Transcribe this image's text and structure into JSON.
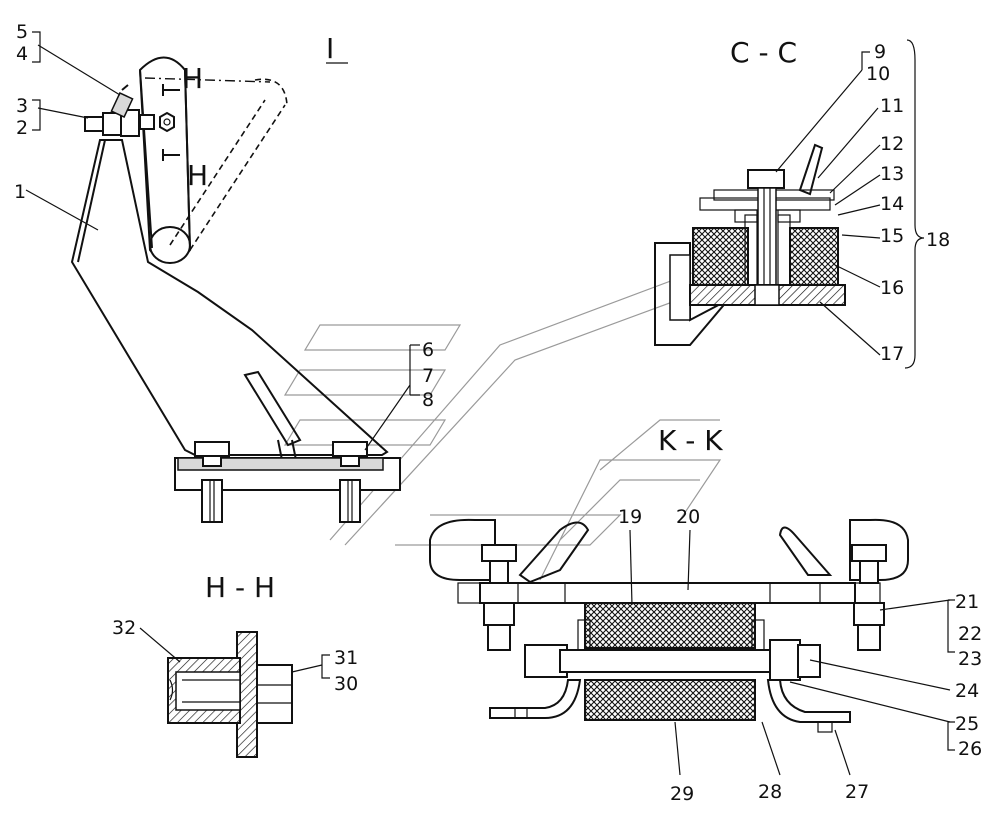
{
  "titles": {
    "view_1": "I",
    "section_cc": "C - C",
    "section_kk": "K - K",
    "section_hh": "H - H",
    "cut_mark_top": "H",
    "cut_mark_bottom": "H"
  },
  "labels": {
    "p1": "1",
    "p2": "2",
    "p3": "3",
    "p4": "4",
    "p5": "5",
    "p6": "6",
    "p7": "7",
    "p8": "8",
    "p9": "9",
    "p10": "10",
    "p11": "11",
    "p12": "12",
    "p13": "13",
    "p14": "14",
    "p15": "15",
    "p16": "16",
    "p17": "17",
    "p18": "18",
    "p19": "19",
    "p20": "20",
    "p21": "21",
    "p22": "22",
    "p23": "23",
    "p24": "24",
    "p25": "25",
    "p26": "26",
    "p27": "27",
    "p28": "28",
    "p29": "29",
    "p30": "30",
    "p31": "31",
    "p32": "32"
  },
  "colors": {
    "line": "#111111",
    "hatch_fill": "#d9d9d9",
    "background": "#ffffff"
  }
}
